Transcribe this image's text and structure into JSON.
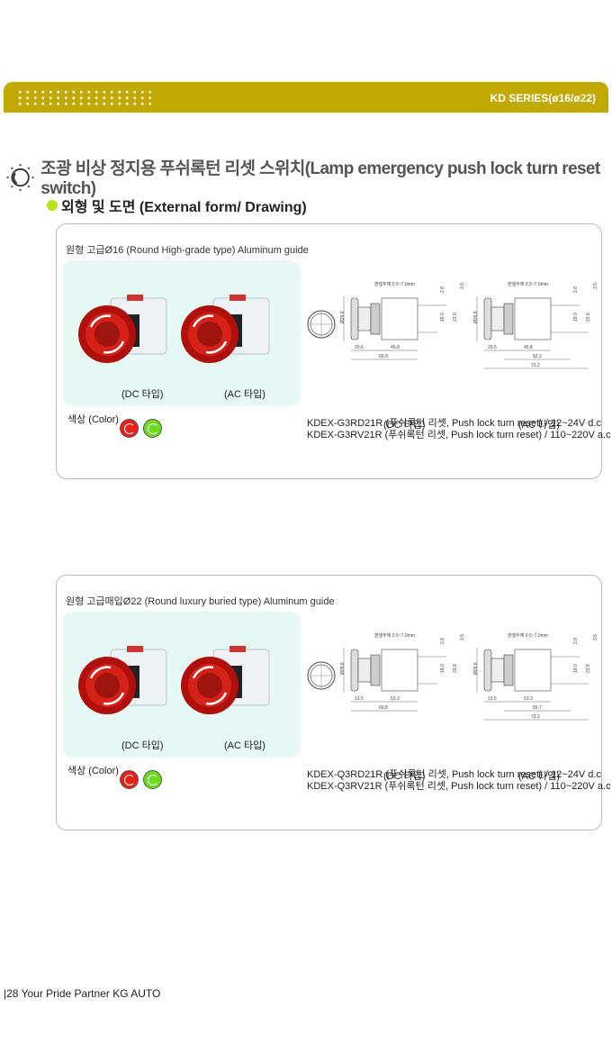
{
  "header": {
    "series": "KD SERIES(ø16/ø22)"
  },
  "title": "조광 비상 정지용 푸쉬록턴 리셋 스위치(Lamp emergency push lock turn reset switch)",
  "subtitle": "외형 및 도면 (External form/ Drawing)",
  "colors": {
    "red": "#e8201a",
    "green": "#6edb1e",
    "gold": "#c2a900"
  },
  "panels": [
    {
      "title": "원형 고급Ø16 (Round High-grade type) Aluminum guide",
      "dc_caption": "(DC 타입)",
      "ac_caption": "(AC 타입)",
      "color_label": "색상 (Color)",
      "drawing_dc_caption": "(DC 타입)",
      "drawing_ac_caption": "(AC 타입)",
      "dc_dims": {
        "panel": "판넬두께 0.5~7.0mm",
        "dia": "Ø29.8",
        "a": "20.6",
        "b": "45.8",
        "total": "66.9",
        "h1": "2.8",
        "h2": "3.5",
        "h3": "19.0",
        "h4": "23.8"
      },
      "ac_dims": {
        "panel": "판넬두께 0.5~7.0mm",
        "dia": "Ø29.8",
        "a": "20.5",
        "b": "45.8",
        "c": "52.2",
        "total": "73.2",
        "h1": "2.8",
        "h2": "3.5",
        "h3": "19.0",
        "h4": "23.8"
      },
      "models": [
        "KDEX-G3RD21R (푸쉬록턴 리셋, Push lock turn reset) / 12~24V d.c",
        "KDEX-G3RV21R (푸쉬록턴 리셋, Push lock turn reset) / 110~220V a.c"
      ]
    },
    {
      "title": "원형 고급매입Ø22 (Round luxury buried type) Aluminum guide",
      "dc_caption": "(DC 타입)",
      "ac_caption": "(AC 타입)",
      "color_label": "색상 (Color)",
      "drawing_dc_caption": "(DC 타입)",
      "drawing_ac_caption": "(AC 타입)",
      "dc_dims": {
        "panel": "판넬두께 0.5~7.0mm",
        "dia": "Ø29.8",
        "a": "13.5",
        "b": "53.3",
        "total": "66.8",
        "h1": "2.8",
        "h2": "3.5",
        "h3": "19.0",
        "h4": "23.8"
      },
      "ac_dims": {
        "panel": "판넬두께 0.5~7.0mm",
        "dia": "Ø29.8",
        "a": "13.5",
        "b": "53.3",
        "c": "59.7",
        "total": "73.2",
        "h1": "2.8",
        "h2": "3.5",
        "h3": "19.0",
        "h4": "23.8"
      },
      "models": [
        "KDEX-Q3RD21R (푸쉬록턴 리셋, Push lock turn reset) / 12~24V d.c",
        "KDEX-Q3RV21R (푸쉬록턴 리셋, Push lock turn reset) / 110~220V a.c"
      ]
    }
  ],
  "footer": "|28   Your Pride Partner KG AUTO"
}
